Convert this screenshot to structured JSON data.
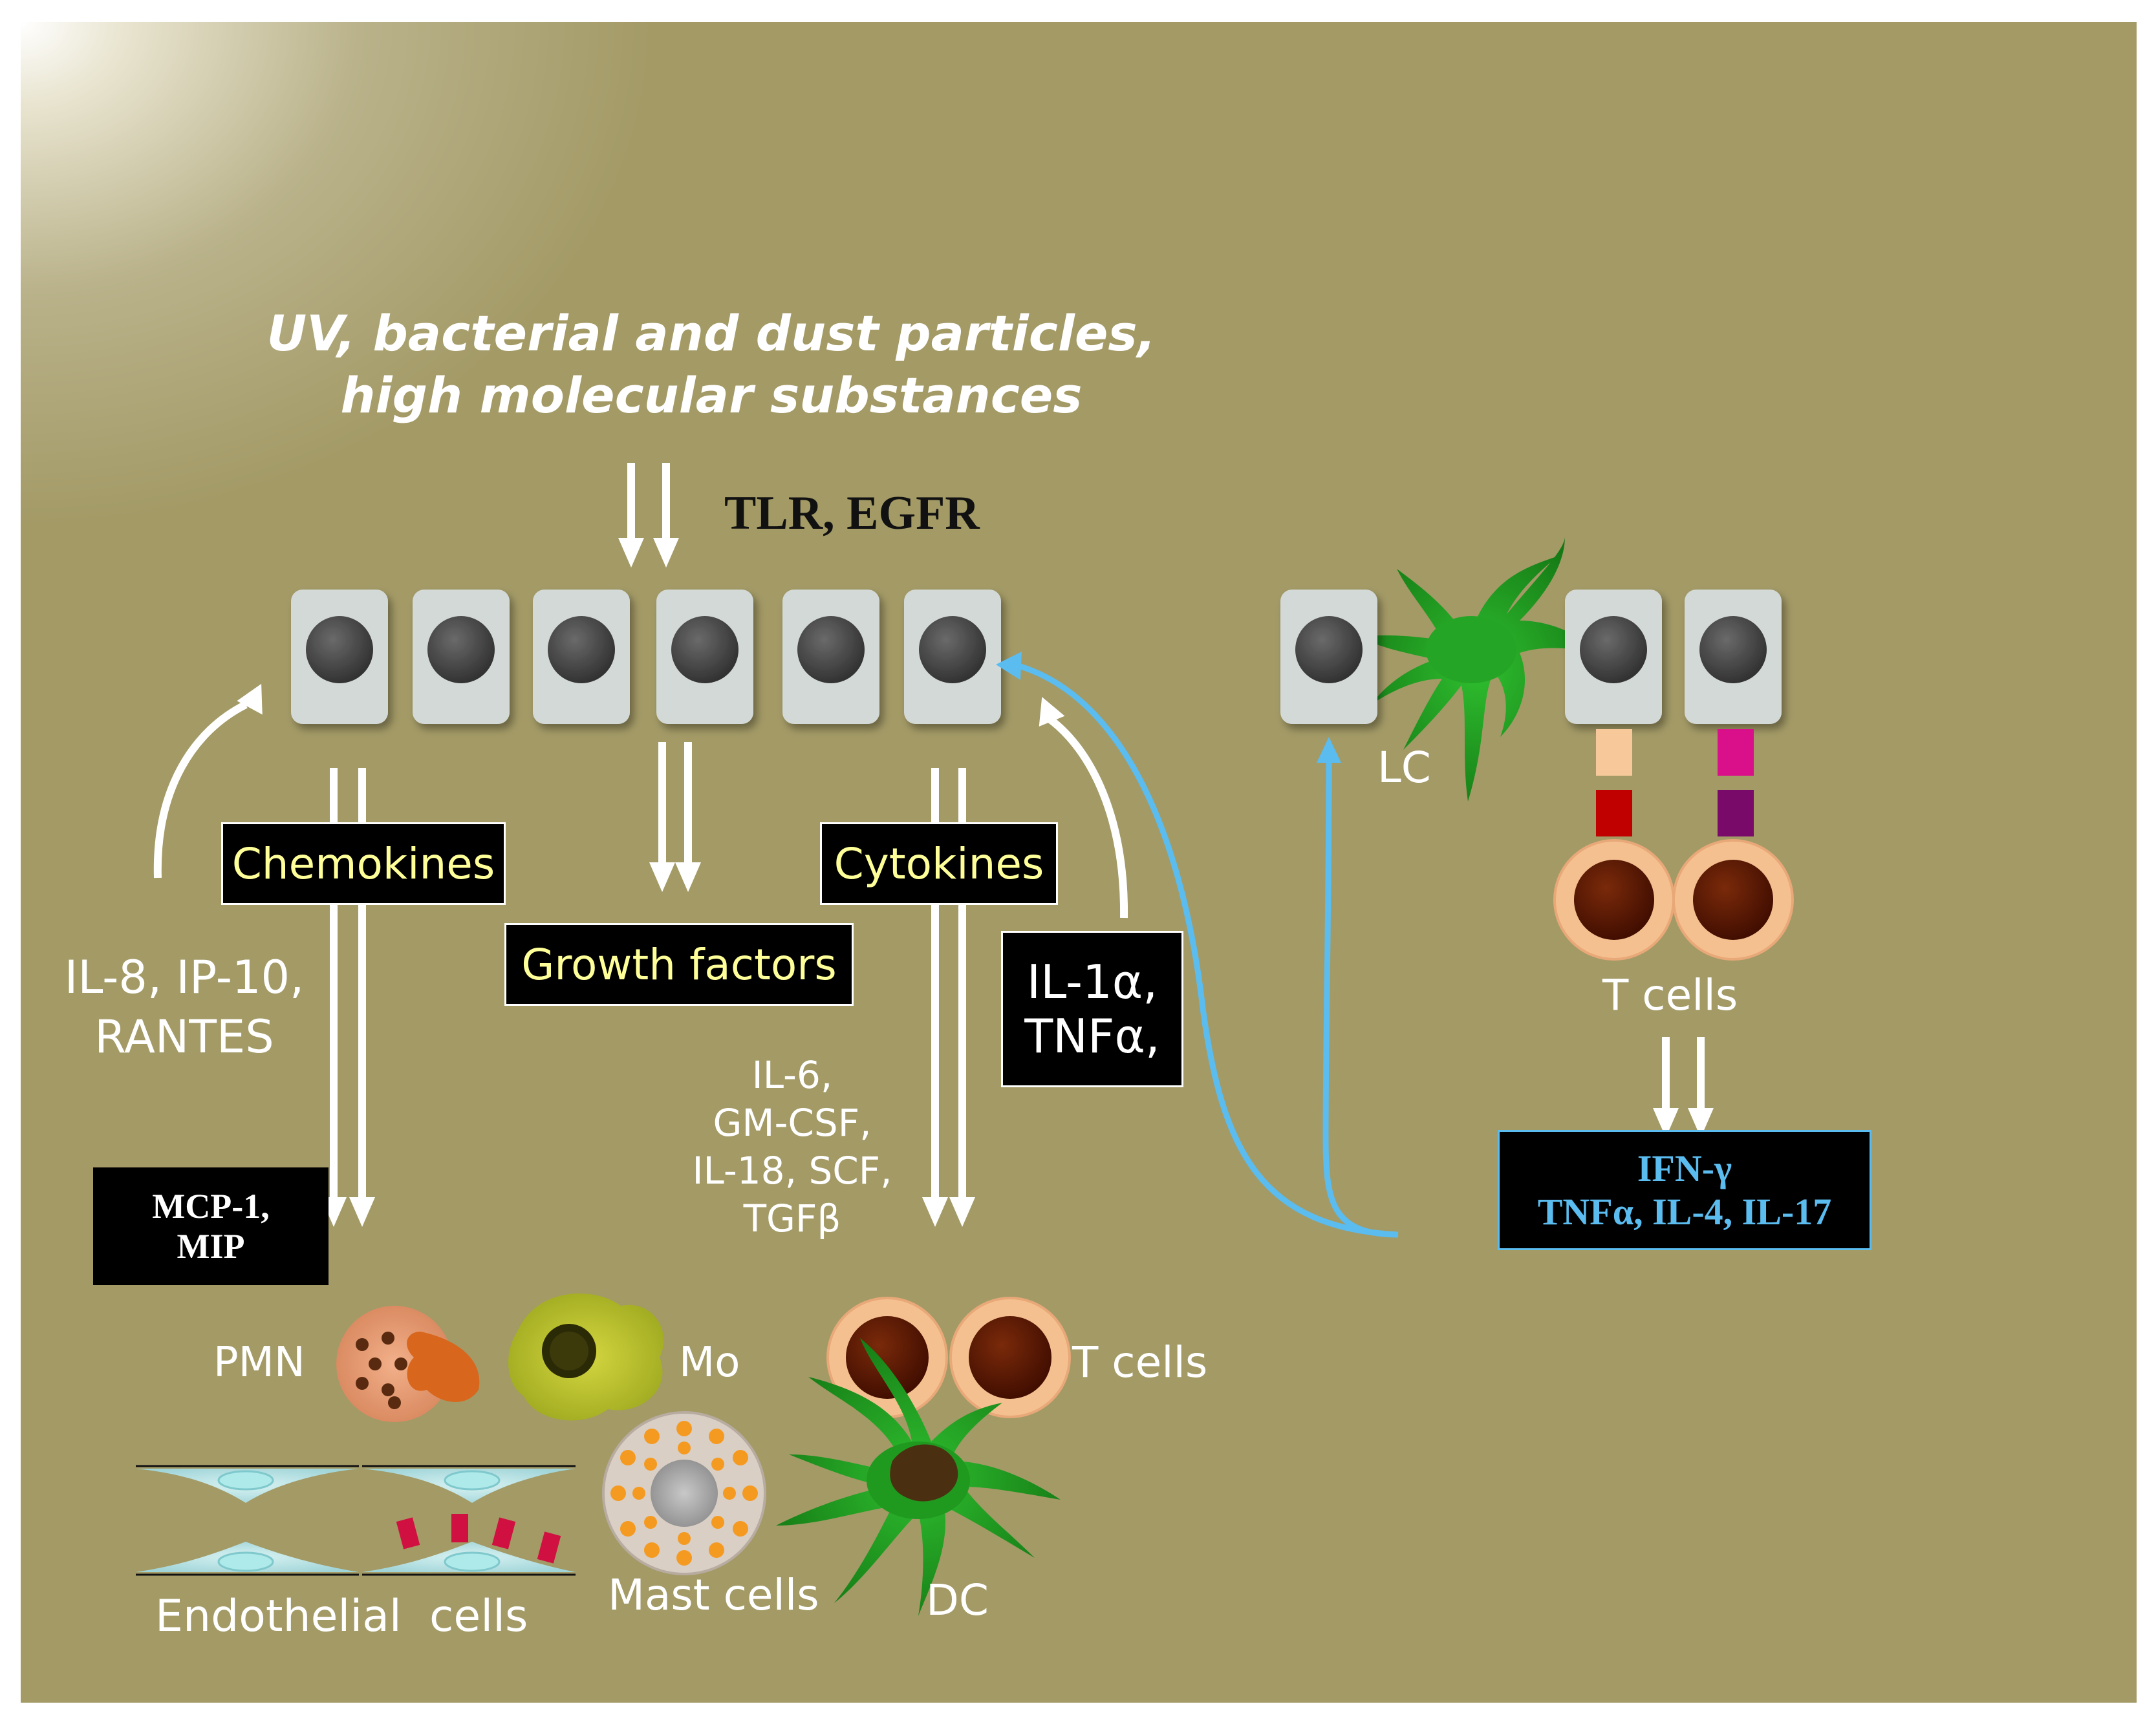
{
  "stimulus": {
    "line1": "UV, bacterial and dust particles,",
    "line2": "high molecular substances"
  },
  "receptors": "TLR, EGFR",
  "boxes": {
    "chemokines": "Chemokines",
    "growth_factors": "Growth factors",
    "cytokines": "Cytokines",
    "il1_line1": "IL-1α,",
    "il1_line2": "TNFα,",
    "mcp_line1": "MCP-1,",
    "mcp_line2": "MIP",
    "ifn_line1": "IFN-γ",
    "ifn_line2": "TNFα, IL-4, IL-17"
  },
  "labels": {
    "il8_line1": "IL-8, IP-10,",
    "il8_line2": "RANTES",
    "il6": [
      "IL-6,",
      "GM-CSF,",
      "IL-18, SCF,",
      "TGFβ"
    ],
    "lc": "LC",
    "t_cells_right": "T cells",
    "pmn": "PMN",
    "mo": "Mo",
    "t_cells_bottom": "T cells",
    "endothelial": "Endothelial  cells",
    "mast": "Mast cells",
    "dc": "DC"
  },
  "colors": {
    "background": "#a39a66",
    "keratinocyte": "#d3d9d7",
    "nucleus": "#4a4a4a",
    "blue_arrow": "#5bbcf0",
    "ifn_text": "#5bbcf0",
    "box_text_yellow": "#ffff99",
    "dendritic": "#1a8a1a",
    "t_cell_ring": "#f5c090",
    "t_cell_core": "#5a1200"
  }
}
